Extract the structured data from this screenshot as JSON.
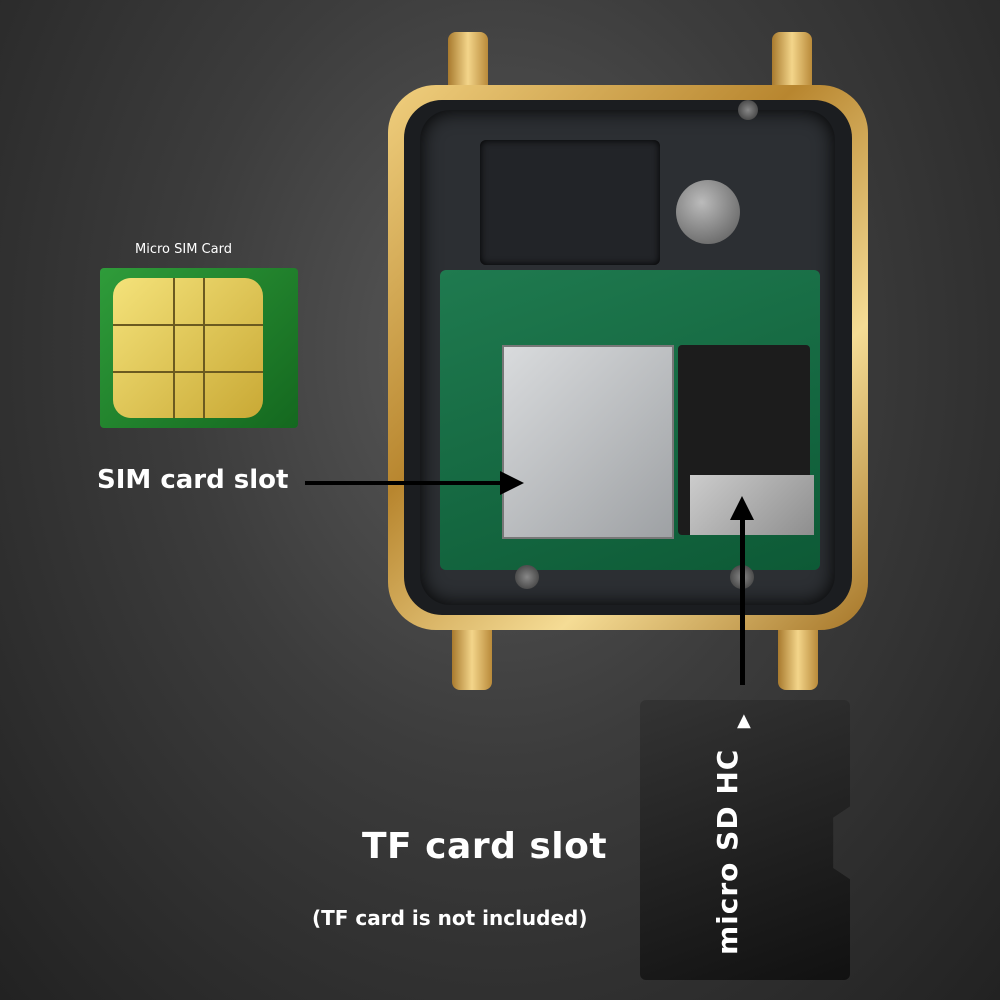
{
  "sim_card": {
    "title": "Micro SIM Card"
  },
  "labels": {
    "sim_slot": "SIM card slot",
    "tf_slot": "TF card slot",
    "tf_note": "(TF card is not included)"
  },
  "tf_card": {
    "logo": "micro SD HC",
    "triangle": "▲"
  },
  "colors": {
    "gold": "#d9b25a",
    "pcb_green": "#1f7a4f",
    "sim_green": "#2f9c3a"
  }
}
